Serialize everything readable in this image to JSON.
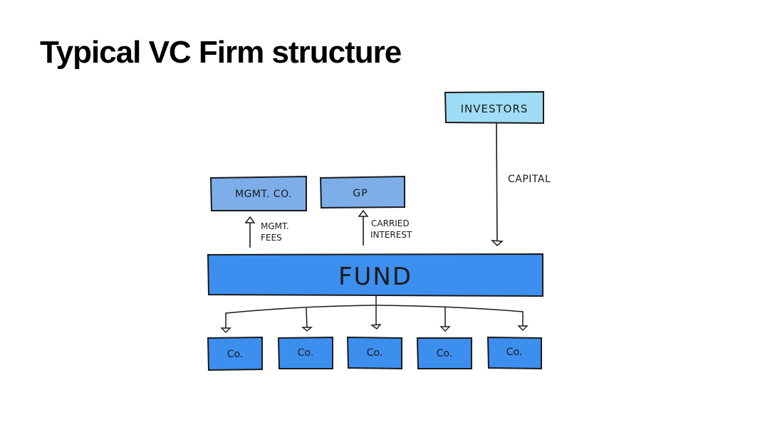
{
  "slide": {
    "title": "Typical VC Firm structure"
  },
  "diagram": {
    "nodes": {
      "investors": {
        "label": "INVESTORS",
        "color": "#9fdcf5"
      },
      "mgmt_co": {
        "label": "MGMT. CO.",
        "color": "#7daeea"
      },
      "gp": {
        "label": "GP",
        "color": "#7daeea"
      },
      "fund": {
        "label": "FUND",
        "color": "#3d8fef"
      },
      "companies": [
        {
          "label": "Co.",
          "color": "#3d8fef"
        },
        {
          "label": "Co.",
          "color": "#3d8fef"
        },
        {
          "label": "Co.",
          "color": "#3d8fef"
        },
        {
          "label": "Co.",
          "color": "#3d8fef"
        },
        {
          "label": "Co.",
          "color": "#3d8fef"
        }
      ]
    },
    "edges": {
      "capital": {
        "from": "INVESTORS",
        "to": "FUND",
        "label": "CAPITAL"
      },
      "mgmt_fees": {
        "from": "FUND",
        "to": "MGMT. CO.",
        "label_line1": "MGMT.",
        "label_line2": "FEES"
      },
      "carried_interest": {
        "from": "FUND",
        "to": "GP",
        "label_line1": "CARRIED",
        "label_line2": "INTEREST"
      },
      "investments": {
        "from": "FUND",
        "to": "Co."
      }
    },
    "stroke_color": "#1a1a1a"
  }
}
